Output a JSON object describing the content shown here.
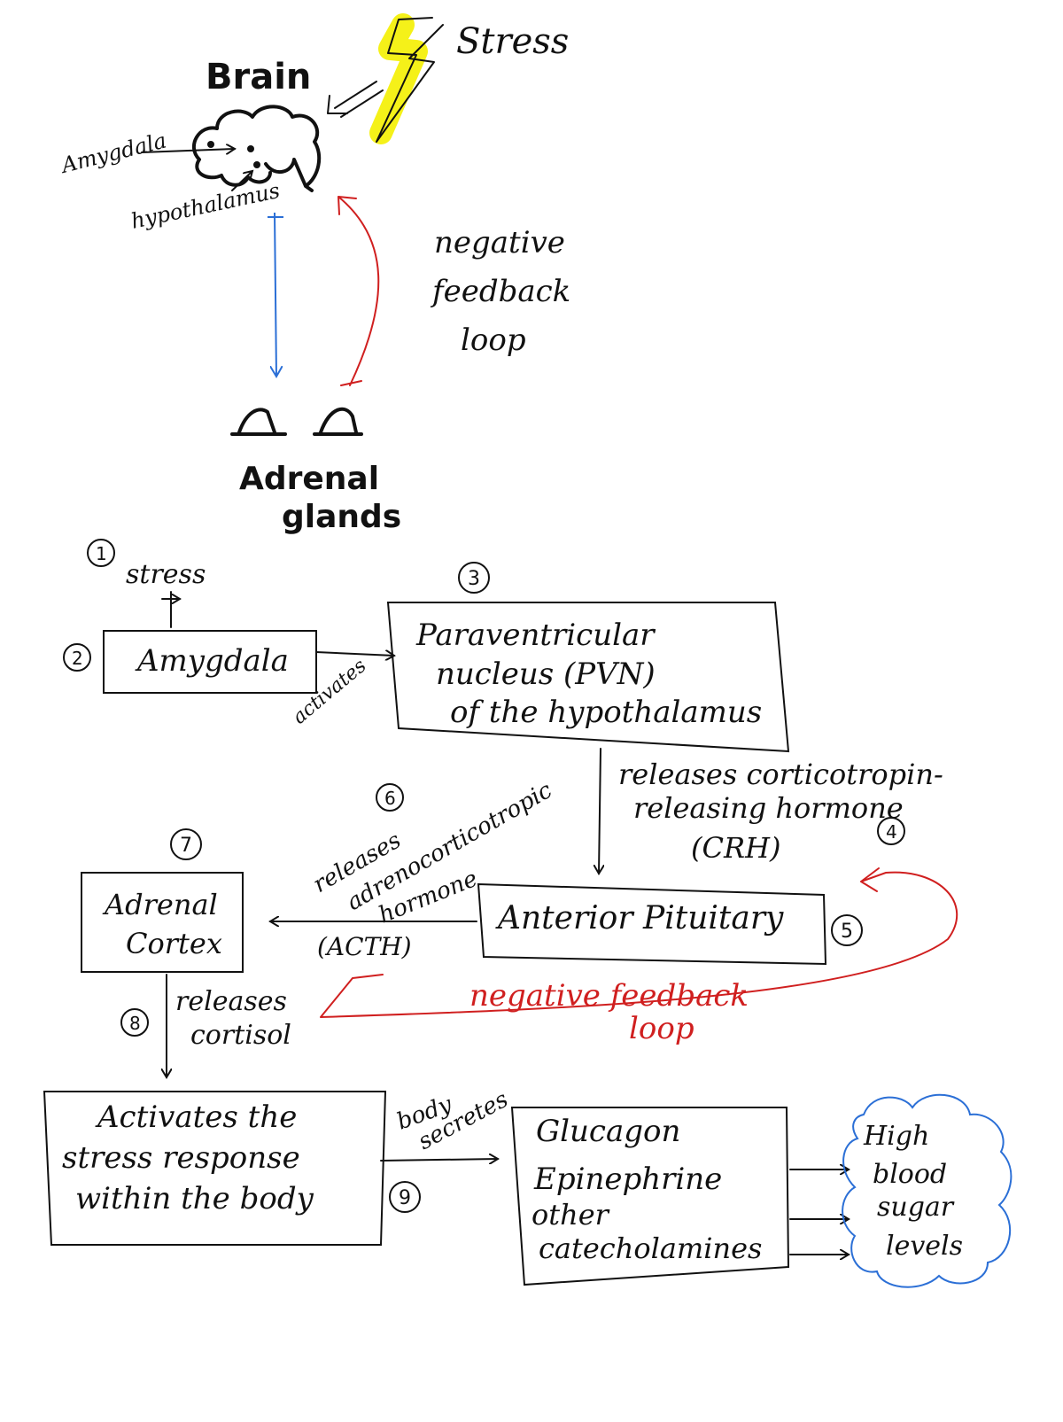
{
  "top": {
    "stress": "Stress",
    "brain": "Brain",
    "amygdala": "Amygdala",
    "hypothalamus": "hypothalamus",
    "feedback_lines": [
      "negative",
      "feedback",
      "loop"
    ],
    "adrenal_lines": [
      "Adrenal",
      "glands"
    ]
  },
  "flow": {
    "steps": [
      "1",
      "2",
      "3",
      "4",
      "5",
      "6",
      "7",
      "8",
      "9"
    ],
    "stress": "stress",
    "amygdala": "Amygdala",
    "activates": "activates",
    "pvn_lines": [
      "Paraventricular",
      "nucleus (PVN)",
      "of the hypothalamus"
    ],
    "crh_lines": [
      "releases corticotropin-",
      "releasing hormone",
      "(CRH)"
    ],
    "pituitary": "Anterior Pituitary",
    "acth_lines": [
      "releases",
      "adrenocorticotropic",
      "hormone"
    ],
    "acth_abbr": "(ACTH)",
    "cortex_lines": [
      "Adrenal",
      "Cortex"
    ],
    "cortisol_lines": [
      "releases",
      "cortisol"
    ],
    "neg_feedback_lines": [
      "negative feedback",
      "loop"
    ],
    "stress_resp_lines": [
      "Activates the",
      "stress response",
      "within the body"
    ],
    "body_secretes_lines": [
      "body",
      "secretes"
    ],
    "hormones_lines": [
      "Glucagon",
      "Epinephrine",
      "other",
      "catecholamines"
    ],
    "cloud_lines": [
      "High",
      "blood",
      "sugar",
      "levels"
    ]
  },
  "colors": {
    "blue_arrow": "#2b6fd6",
    "red_feedback": "#d01f1f",
    "highlight": "#f4f000",
    "cloud": "#2b6fd6"
  }
}
